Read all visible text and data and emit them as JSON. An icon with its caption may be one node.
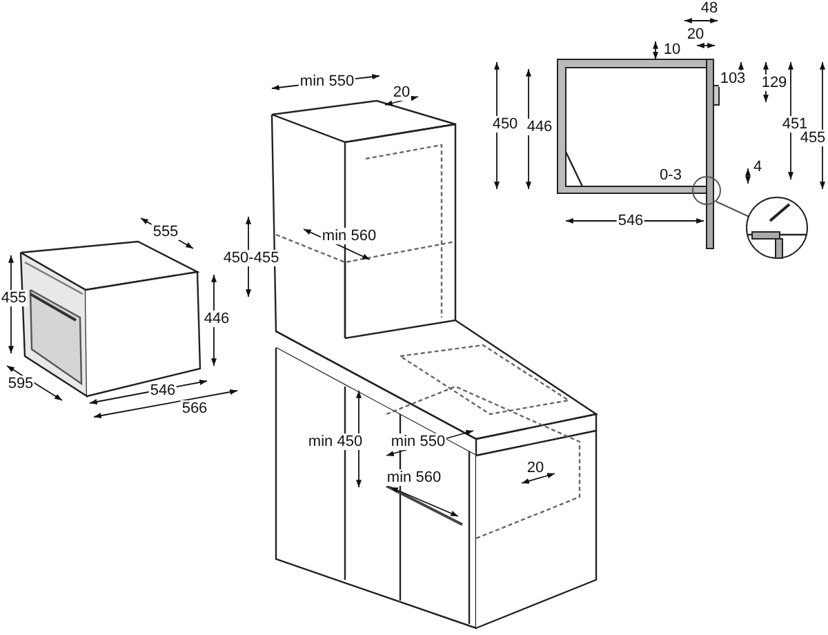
{
  "diagram": {
    "labels": [
      "48",
      "20",
      "10",
      "min 550",
      "103",
      "129",
      "20",
      "450",
      "446",
      "451",
      "455",
      "0-3",
      "4",
      "546",
      "555",
      "min 560",
      "450-455",
      "455",
      "446",
      "595",
      "546",
      "566",
      "min 450",
      "min 550",
      "20",
      "min 560"
    ]
  }
}
